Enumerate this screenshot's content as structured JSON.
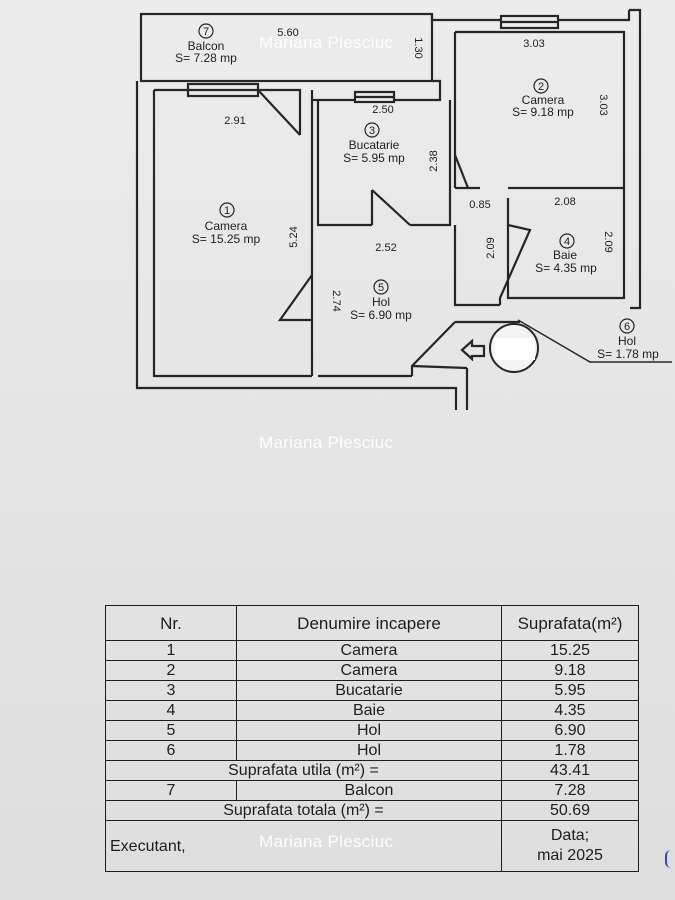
{
  "plan": {
    "rooms": [
      {
        "nr": "7",
        "name": "Balcon",
        "area": "S= 7.28 mp"
      },
      {
        "nr": "2",
        "name": "Camera",
        "area": "S= 9.18 mp"
      },
      {
        "nr": "3",
        "name": "Bucatarie",
        "area": "S= 5.95 mp"
      },
      {
        "nr": "1",
        "name": "Camera",
        "area": "S= 15.25 mp"
      },
      {
        "nr": "4",
        "name": "Baie",
        "area": "S= 4.35 mp"
      },
      {
        "nr": "5",
        "name": "Hol",
        "area": "S= 6.90 mp"
      },
      {
        "nr": "6",
        "name": "Hol",
        "area": "S= 1.78 mp"
      }
    ],
    "dimensions": {
      "balcon_width": "5.60",
      "balcon_depth": "1.30",
      "camera2_width": "3.03",
      "camera2_depth": "3.03",
      "bucatarie_width": "2.50",
      "bucatarie_depth": "2.38",
      "camera1_width": "2.91",
      "camera1_depth": "5.24",
      "baie_width": "2.08",
      "baie_depth_left": "2.09",
      "baie_depth_right": "2.09",
      "passage": "0.85",
      "hol_width": "2.52",
      "hol_depth": "2.74"
    }
  },
  "watermark": "Mariana Plesciuc",
  "table": {
    "headers": {
      "nr": "Nr.",
      "name": "Denumire incapere",
      "area": "Suprafata(m²)"
    },
    "rows": [
      {
        "nr": "1",
        "name": "Camera",
        "area": "15.25"
      },
      {
        "nr": "2",
        "name": "Camera",
        "area": "9.18"
      },
      {
        "nr": "3",
        "name": "Bucatarie",
        "area": "5.95"
      },
      {
        "nr": "4",
        "name": "Baie",
        "area": "4.35"
      },
      {
        "nr": "5",
        "name": "Hol",
        "area": "6.90"
      },
      {
        "nr": "6",
        "name": "Hol",
        "area": "1.78"
      }
    ],
    "useful_label": "Suprafata utila (m²) =",
    "useful_value": "43.41",
    "balcon_nr": "7",
    "balcon_name": "Balcon",
    "balcon_value": "7.28",
    "total_label": "Suprafata totala (m²) =",
    "total_value": "50.69",
    "executant": "Executant,",
    "date_label": "Data;",
    "date_value": "mai 2025"
  }
}
